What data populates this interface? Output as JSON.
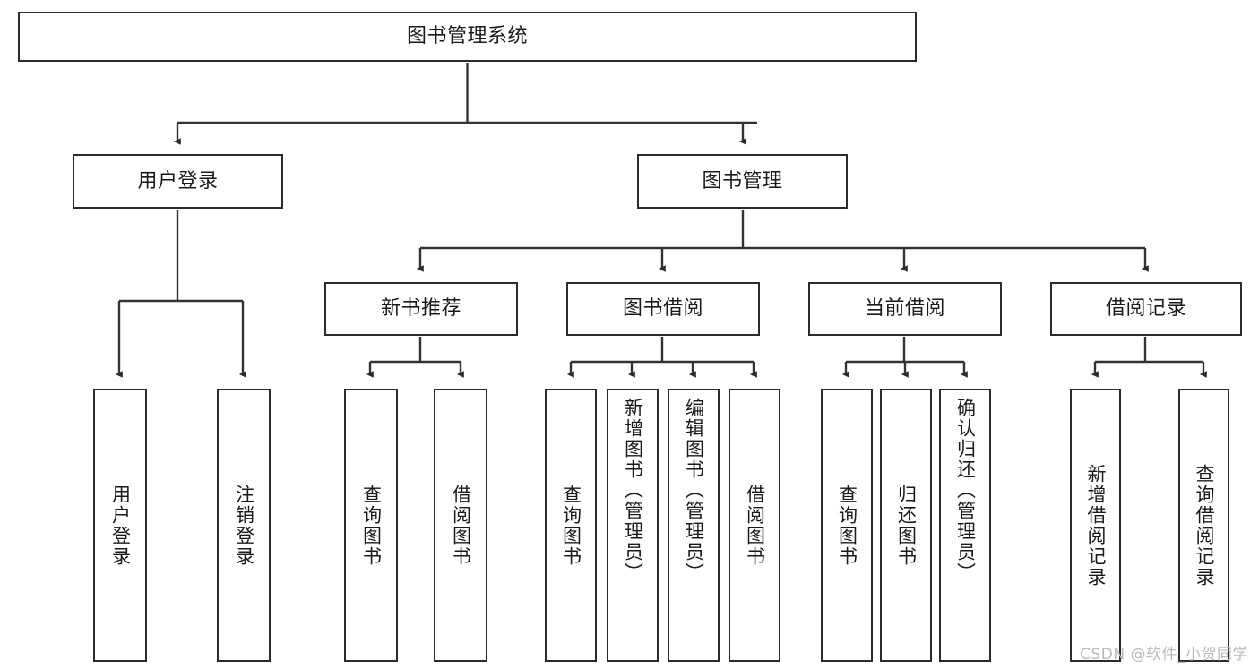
{
  "diagram": {
    "title": "图书管理系统",
    "type": "tree-hierarchy-diagram",
    "colors": {
      "box_border": "#2b2b2b",
      "box_fill": "#ffffff",
      "edge": "#333333",
      "text": "#1a1a1a",
      "watermark": "#b9b9b9"
    },
    "root": {
      "label": "图书管理系统"
    },
    "level2": [
      {
        "label": "用户登录"
      },
      {
        "label": "图书管理"
      }
    ],
    "level3": [
      {
        "label": "新书推荐"
      },
      {
        "label": "图书借阅"
      },
      {
        "label": "当前借阅"
      },
      {
        "label": "借阅记录"
      }
    ],
    "leaves": {
      "user_login": [
        {
          "label": "用户登录"
        },
        {
          "label": "注销登录"
        }
      ],
      "new_book_recommend": [
        {
          "label": "查询图书"
        },
        {
          "label": "借阅图书"
        }
      ],
      "book_borrow": [
        {
          "label": "查询图书"
        },
        {
          "label": "新增图书（管理员）"
        },
        {
          "label": "编辑图书（管理员）"
        },
        {
          "label": "借阅图书"
        }
      ],
      "current_borrow": [
        {
          "label": "查询图书"
        },
        {
          "label": "归还图书"
        },
        {
          "label": "确认归还（管理员）"
        }
      ],
      "borrow_record": [
        {
          "label": "新增借阅记录"
        },
        {
          "label": "查询借阅记录"
        }
      ]
    }
  },
  "watermark": "CSDN @软件_小贺同学"
}
